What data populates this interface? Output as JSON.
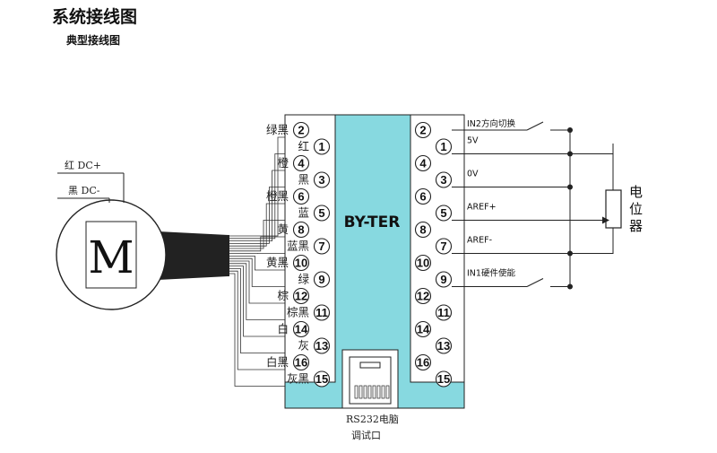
{
  "title": "系统接线图",
  "subtitle": "典型接线图",
  "device": {
    "name": "BY-TER"
  },
  "motor": {
    "symbol": "M",
    "wires": [
      "红 DC+",
      "黑 DC-"
    ]
  },
  "left_terminals": [
    {
      "num": "2",
      "wire": "绿黑"
    },
    {
      "num": "1",
      "wire": "红"
    },
    {
      "num": "4",
      "wire": "橙"
    },
    {
      "num": "3",
      "wire": "黑"
    },
    {
      "num": "6",
      "wire": "橙黑"
    },
    {
      "num": "5",
      "wire": "蓝"
    },
    {
      "num": "8",
      "wire": "黄"
    },
    {
      "num": "7",
      "wire": "蓝黑"
    },
    {
      "num": "10",
      "wire": "黄黑"
    },
    {
      "num": "9",
      "wire": "绿"
    },
    {
      "num": "12",
      "wire": "棕"
    },
    {
      "num": "11",
      "wire": "棕黑"
    },
    {
      "num": "14",
      "wire": "白"
    },
    {
      "num": "13",
      "wire": "灰"
    },
    {
      "num": "16",
      "wire": "白黑"
    },
    {
      "num": "15",
      "wire": "灰黑"
    }
  ],
  "right_terminals": [
    {
      "num": "2",
      "label": "IN2方向切换"
    },
    {
      "num": "1",
      "label": "5V"
    },
    {
      "num": "4",
      "label": ""
    },
    {
      "num": "3",
      "label": "0V"
    },
    {
      "num": "6",
      "label": ""
    },
    {
      "num": "5",
      "label": "AREF+"
    },
    {
      "num": "8",
      "label": ""
    },
    {
      "num": "7",
      "label": "AREF-"
    },
    {
      "num": "10",
      "label": ""
    },
    {
      "num": "9",
      "label": "IN1硬件使能"
    },
    {
      "num": "12",
      "label": ""
    },
    {
      "num": "11",
      "label": ""
    },
    {
      "num": "14",
      "label": ""
    },
    {
      "num": "13",
      "label": ""
    },
    {
      "num": "16",
      "label": ""
    },
    {
      "num": "15",
      "label": ""
    }
  ],
  "potentiometer": {
    "label": [
      "电",
      "位",
      "器"
    ]
  },
  "rs232": {
    "line1": "RS232电脑",
    "line2": "调试口"
  },
  "colors": {
    "panel": "#87d9e0",
    "line": "#222222",
    "background": "#ffffff"
  }
}
